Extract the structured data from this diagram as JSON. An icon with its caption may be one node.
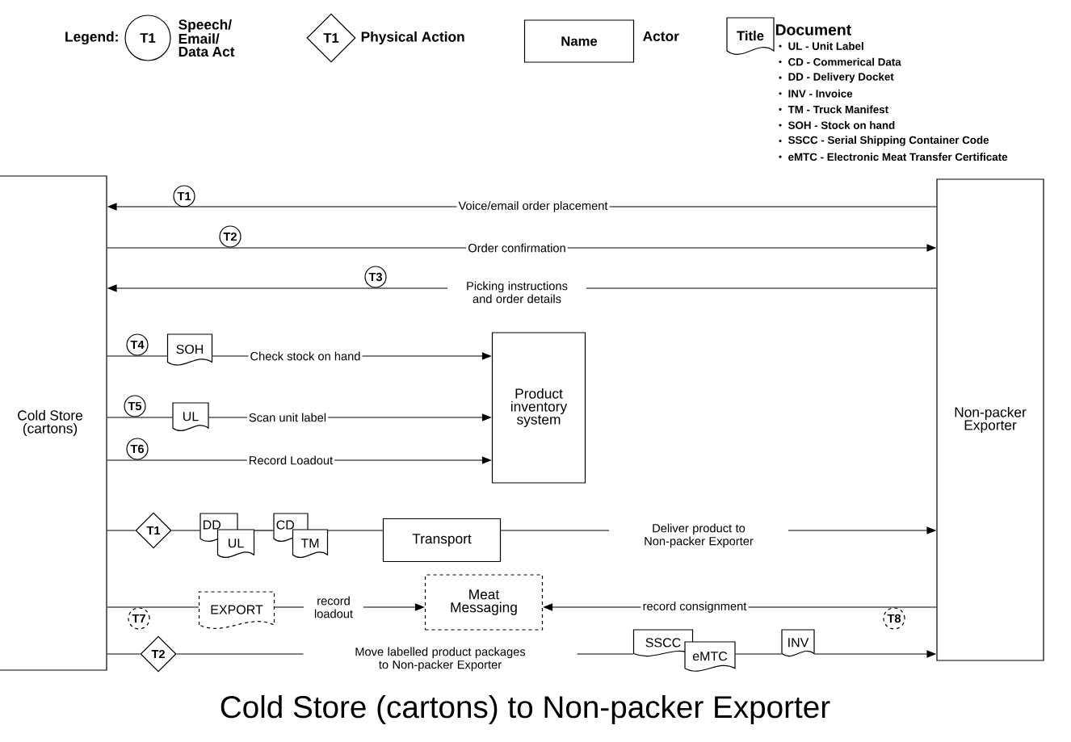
{
  "diagram": {
    "title": "Cold Store (cartons) to Non-packer Exporter",
    "nodes": [
      {
        "text": [
          "T1"
        ]
      },
      {
        "text": [
          "T1"
        ]
      },
      {
        "text": [
          "Name"
        ]
      },
      {
        "text": [
          "Title"
        ]
      },
      {
        "text": [
          "Cold Store (cartons)"
        ]
      },
      {
        "text": [
          "Non-packer Exporter"
        ]
      },
      {
        "text": [
          "T1"
        ]
      },
      {
        "text": [
          "T2"
        ]
      },
      {
        "text": [
          "T3"
        ]
      },
      {
        "text": [
          "T4"
        ]
      },
      {
        "text": [
          "SOH"
        ]
      },
      {
        "text": [
          "Product inventory system"
        ]
      },
      {
        "text": [
          "T5"
        ]
      },
      {
        "text": [
          "UL"
        ]
      },
      {
        "text": [
          "T6"
        ]
      },
      {
        "text": [
          "T1"
        ]
      },
      {
        "text": [
          "DD"
        ]
      },
      {
        "text": [
          "UL"
        ]
      },
      {
        "text": [
          "CD"
        ]
      },
      {
        "text": [
          "TM"
        ]
      },
      {
        "text": [
          "Transport"
        ]
      },
      {
        "text": [
          "T7"
        ]
      },
      {
        "text": [
          "EXPORT"
        ]
      },
      {
        "text": [
          "Meat Messaging"
        ]
      },
      {
        "text": [
          "T8"
        ]
      },
      {
        "text": [
          "T2"
        ]
      },
      {
        "text": [
          "SSCC"
        ]
      },
      {
        "text": [
          "eMTC"
        ]
      },
      {
        "text": [
          "INV"
        ]
      }
    ],
    "edges": [
      {
        "from": 5,
        "to": 4,
        "arrow": "to",
        "label": "Voice/email order placement"
      },
      {
        "from": 4,
        "to": 5,
        "arrow": "to",
        "label": "Order confirmation"
      },
      {
        "from": 5,
        "to": 4,
        "arrow": "to",
        "label": "Picking instructions and order details"
      },
      {
        "from": 4,
        "to": 10,
        "arrow": "none"
      },
      {
        "from": 10,
        "to": 11,
        "arrow": "to",
        "label": "Check stock on hand"
      },
      {
        "from": 4,
        "to": 13,
        "arrow": "none"
      },
      {
        "from": 13,
        "to": 11,
        "arrow": "to",
        "label": "Scan unit label"
      },
      {
        "from": 4,
        "to": 11,
        "arrow": "to",
        "label": "Record Loadout"
      },
      {
        "from": 4,
        "to": 15,
        "arrow": "none"
      },
      {
        "from": 15,
        "to": 16,
        "arrow": "none"
      },
      {
        "from": 17,
        "to": 18,
        "arrow": "none"
      },
      {
        "from": 19,
        "to": 20,
        "arrow": "none"
      },
      {
        "from": 20,
        "to": 5,
        "arrow": "to",
        "label": "Deliver product to Non-packer Exporter"
      },
      {
        "from": 4,
        "to": 22,
        "arrow": "none"
      },
      {
        "from": 22,
        "to": 23,
        "arrow": "to",
        "label": "record loadout"
      },
      {
        "from": 5,
        "to": 23,
        "arrow": "to",
        "label": "record consignment"
      },
      {
        "from": 4,
        "to": 25,
        "arrow": "none"
      },
      {
        "from": 25,
        "to": 26,
        "arrow": "none",
        "label": "Move labelled product packages to Non-packer Exporter"
      },
      {
        "from": 27,
        "to": 28,
        "arrow": "none"
      },
      {
        "from": 28,
        "to": 5,
        "arrow": "to"
      }
    ],
    "labels": [
      "Legend:",
      "UL - Unit Label",
      "CD - Commerical Data",
      "DD - Delivery Docket",
      "INV - Invoice",
      "TM - Truck Manifest",
      "SOH - Stock on hand",
      "SSCC - Serial Shipping Container Code",
      "eMTC - Electronic Meat Transfer Certificate"
    ],
    "legend": [
      {
        "text": "Speech/ Email/ Data Act"
      },
      {
        "text": "Physical Action"
      },
      {
        "text": "Actor"
      },
      {
        "text": "Document"
      }
    ]
  }
}
